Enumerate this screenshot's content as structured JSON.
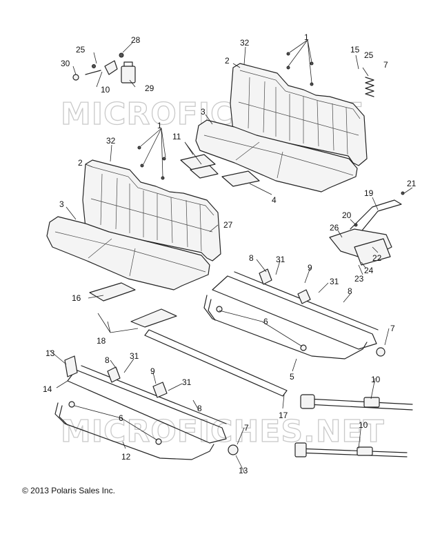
{
  "watermarks": [
    "MICROFICHE.NET",
    "MICROFICHES.NET"
  ],
  "copyright": "© 2013 Polaris Sales Inc.",
  "callouts": {
    "c1a": "1",
    "c1b": "1",
    "c2a": "2",
    "c2b": "2",
    "c3a": "3",
    "c3b": "3",
    "c4": "4",
    "c5": "5",
    "c6a": "6",
    "c6b": "6",
    "c7a": "7",
    "c7b": "7",
    "c7c": "7",
    "c8a": "8",
    "c8b": "8",
    "c8c": "8",
    "c8d": "8",
    "c9a": "9",
    "c9b": "9",
    "c10a": "10",
    "c10b": "10",
    "c10c": "10",
    "c11": "11",
    "c12": "12",
    "c13a": "13",
    "c13b": "13",
    "c14": "14",
    "c15": "15",
    "c16": "16",
    "c17": "17",
    "c18": "18",
    "c19": "19",
    "c20": "20",
    "c21": "21",
    "c22": "22",
    "c23": "23",
    "c24": "24",
    "c25a": "25",
    "c25b": "25",
    "c26": "26",
    "c27": "27",
    "c28": "28",
    "c29": "29",
    "c30": "30",
    "c31a": "31",
    "c31b": "31",
    "c31c": "31",
    "c31d": "31",
    "c32a": "32",
    "c32b": "32"
  }
}
